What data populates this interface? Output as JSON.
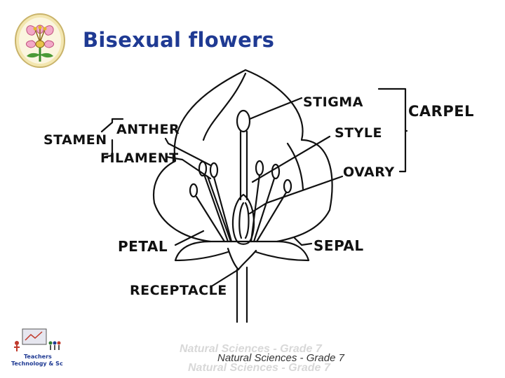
{
  "slide": {
    "title": "Bisexual flowers",
    "footer": "Natural Sciences - Grade 7",
    "footer_ghost_top": "Natural Sciences - Grade 7",
    "footer_ghost_bottom": "Natural Sciences - Grade 7"
  },
  "diagram": {
    "labels": {
      "stamen": "STAMEN",
      "anther": "ANTHER",
      "filament": "FILAMENT",
      "stigma": "STIGMA",
      "carpel": "CARPEL",
      "style": "STYLE",
      "ovary": "OVARY",
      "petal": "PETAL",
      "sepal": "SEPAL",
      "receptacle": "RECEPTACLE"
    }
  },
  "logo_bottom": {
    "line1": "Teachers",
    "line2": "Technology & Science"
  },
  "colors": {
    "title": "#1f3a93",
    "ink": "#111111",
    "logo_ring": "#e8d9a0"
  }
}
